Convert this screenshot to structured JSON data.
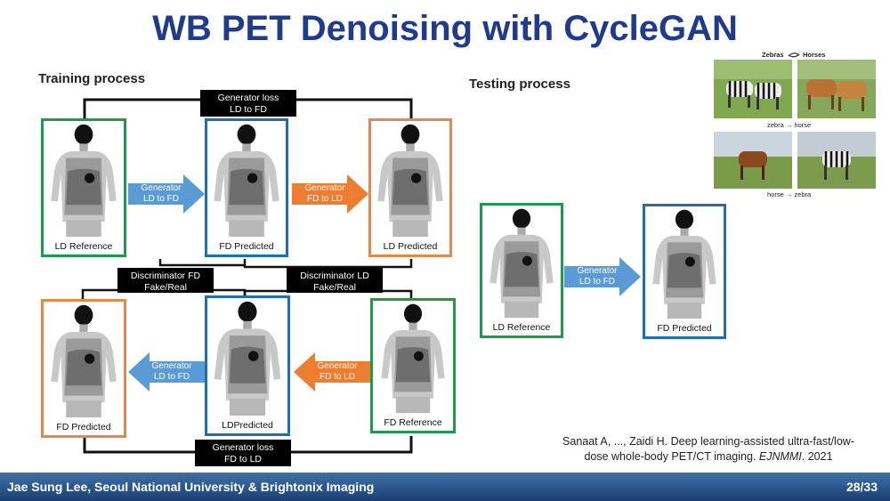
{
  "slide_title": "WB PET Denoising with CycleGAN",
  "training_label": "Training process",
  "testing_label": "Testing process",
  "panels": {
    "tr_ld_ref": "LD Reference",
    "tr_fd_pred_top": "FD Predicted",
    "tr_ld_pred_top": "LD Predicted",
    "tr_fd_pred_bot": "FD Predicted",
    "tr_ld_pred_bot": "LDPredicted",
    "tr_fd_ref": "FD Reference",
    "te_ld_ref": "LD Reference",
    "te_fd_pred": "FD Predicted"
  },
  "boxes": {
    "gen_loss_top": [
      "Generator loss",
      "LD to FD"
    ],
    "gen_loss_bot": [
      "Generator loss",
      "FD to LD"
    ],
    "disc_fd": [
      "Discriminator FD",
      "Fake/Real"
    ],
    "disc_ld": [
      "Discriminator LD",
      "Fake/Real"
    ]
  },
  "arrows": {
    "gen1": [
      "Generator",
      "LD to FD"
    ],
    "gen2": [
      "Generator",
      "FD to LD"
    ],
    "gen3": [
      "Generator",
      "LD to FD"
    ],
    "gen4": [
      "Generator",
      "FD to LD"
    ],
    "gen_test": [
      "Generator",
      "LD to FD"
    ]
  },
  "inset": {
    "zebras": "Zebras",
    "horses": "Horses",
    "zebra_to_horse": "zebra → horse",
    "horse_to_zebra": "horse → zebra"
  },
  "citation": [
    "Sanaat A, ..., Zaidi H. Deep learning-assisted ultra-fast/low-",
    "dose whole-body PET/CT imaging.",
    "EJNMMI",
    ". 2021"
  ],
  "footer": {
    "author": "Jae Sung Lee, Seoul National University & Brightonix Imaging",
    "page": "28/33"
  },
  "colors": {
    "title": "#1f3b8c",
    "green": "#1d9a4a",
    "blue": "#1e6fb2",
    "orange": "#e0894a",
    "arrow_blue": "#5b9bd5",
    "arrow_orange": "#ed7d31",
    "footer": "#2a5590"
  }
}
